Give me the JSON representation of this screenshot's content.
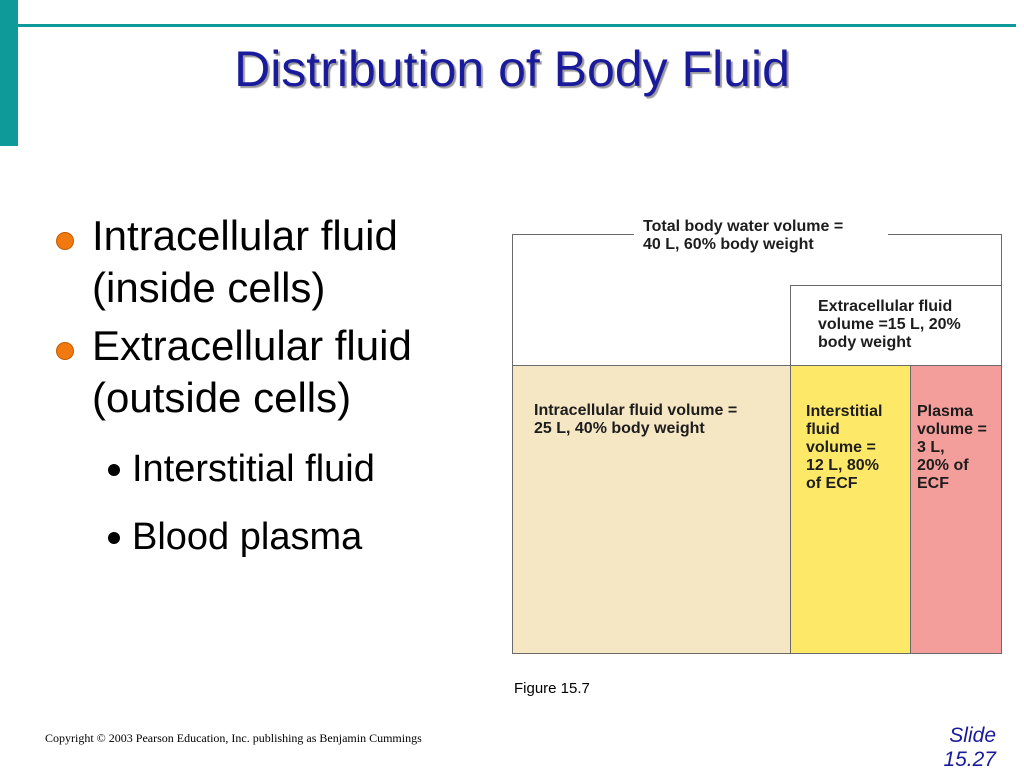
{
  "title": "Distribution of Body Fluid",
  "bullets": [
    {
      "text": "Intracellular fluid (inside cells)"
    },
    {
      "text": "Extracellular fluid (outside cells)",
      "sub": [
        "Interstitial fluid",
        "Blood plasma"
      ]
    }
  ],
  "diagram": {
    "total_label": "Total body water volume =\n40 L, 60% body weight",
    "ecf_label": "Extracellular fluid\nvolume =15 L, 20%\nbody weight",
    "icf_label": "Intracellular fluid volume =\n25 L, 40% body weight",
    "interstitial_label": "Interstitial\nfluid\nvolume =\n12 L, 80%\nof ECF",
    "plasma_label": "Plasma\nvolume =\n3 L,\n20% of\nECF",
    "colors": {
      "icf": "#f5e6c4",
      "interstitial": "#fde967",
      "plasma": "#f49e9c"
    }
  },
  "figure_caption": "Figure 15.7",
  "copyright": "Copyright © 2003 Pearson Education, Inc. publishing as Benjamin Cummings",
  "slide_label": "Slide",
  "slide_number": "15.27",
  "colors": {
    "accent": "#0f9a9a",
    "title": "#1a1a9c",
    "bullet": "#f07a10"
  }
}
